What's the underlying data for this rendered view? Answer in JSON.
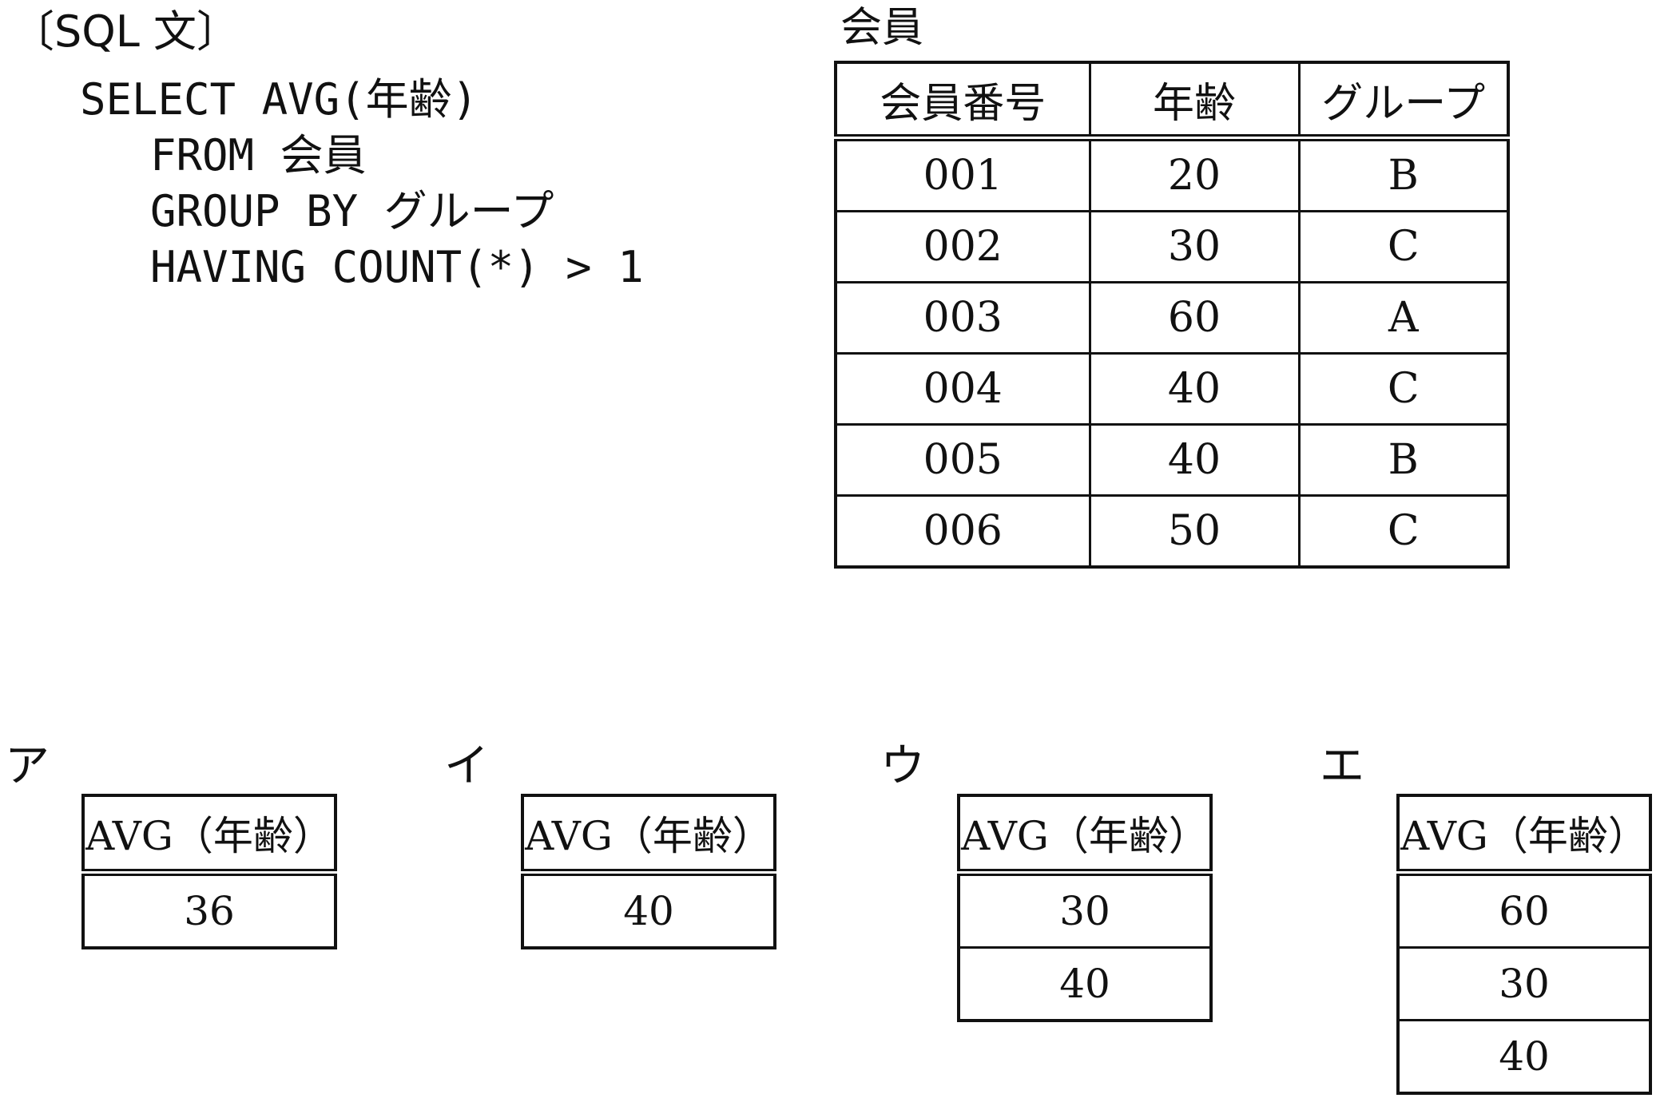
{
  "sql_label": "〔SQL 文〕",
  "sql": {
    "line1": "SELECT AVG(年齢)",
    "line2": "FROM 会員",
    "line3": "GROUP BY グループ",
    "line4": "HAVING COUNT(*) > 1"
  },
  "members_table": {
    "caption": "会員",
    "headers": [
      "会員番号",
      "年齢",
      "グループ"
    ],
    "rows": [
      [
        "001",
        "20",
        "B"
      ],
      [
        "002",
        "30",
        "C"
      ],
      [
        "003",
        "60",
        "A"
      ],
      [
        "004",
        "40",
        "C"
      ],
      [
        "005",
        "40",
        "B"
      ],
      [
        "006",
        "50",
        "C"
      ]
    ]
  },
  "choices": [
    {
      "mark": "ア",
      "header": "AVG（年齢）",
      "values": [
        "36"
      ]
    },
    {
      "mark": "イ",
      "header": "AVG（年齢）",
      "values": [
        "40"
      ]
    },
    {
      "mark": "ウ",
      "header": "AVG（年齢）",
      "values": [
        "30",
        "40"
      ]
    },
    {
      "mark": "エ",
      "header": "AVG（年齢）",
      "values": [
        "60",
        "30",
        "40"
      ]
    }
  ]
}
